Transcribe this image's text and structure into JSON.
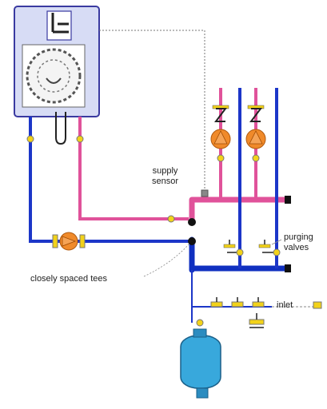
{
  "labels": {
    "supply_sensor_line1": "supply",
    "supply_sensor_line2": "sensor",
    "purging_valves_line1": "purging",
    "purging_valves_line2": "valves",
    "closely_spaced_tees": "closely spaced tees",
    "inlet": "inlet"
  },
  "colors": {
    "supply_pipe": "#e0529a",
    "return_pipe": "#1c36c8",
    "header_return": "#1030c0",
    "boiler_fill": "#d7dcf5",
    "boiler_outline": "#3a3aa0",
    "pump_orange": "#f08a2a",
    "valve_yellow": "#f2d21a",
    "tank_fill": "#38a8dc"
  },
  "icons": [
    "boiler-icon",
    "circulator-pump-icon",
    "expansion-tank-icon",
    "valve-icon",
    "check-valve-icon",
    "sensor-icon"
  ]
}
